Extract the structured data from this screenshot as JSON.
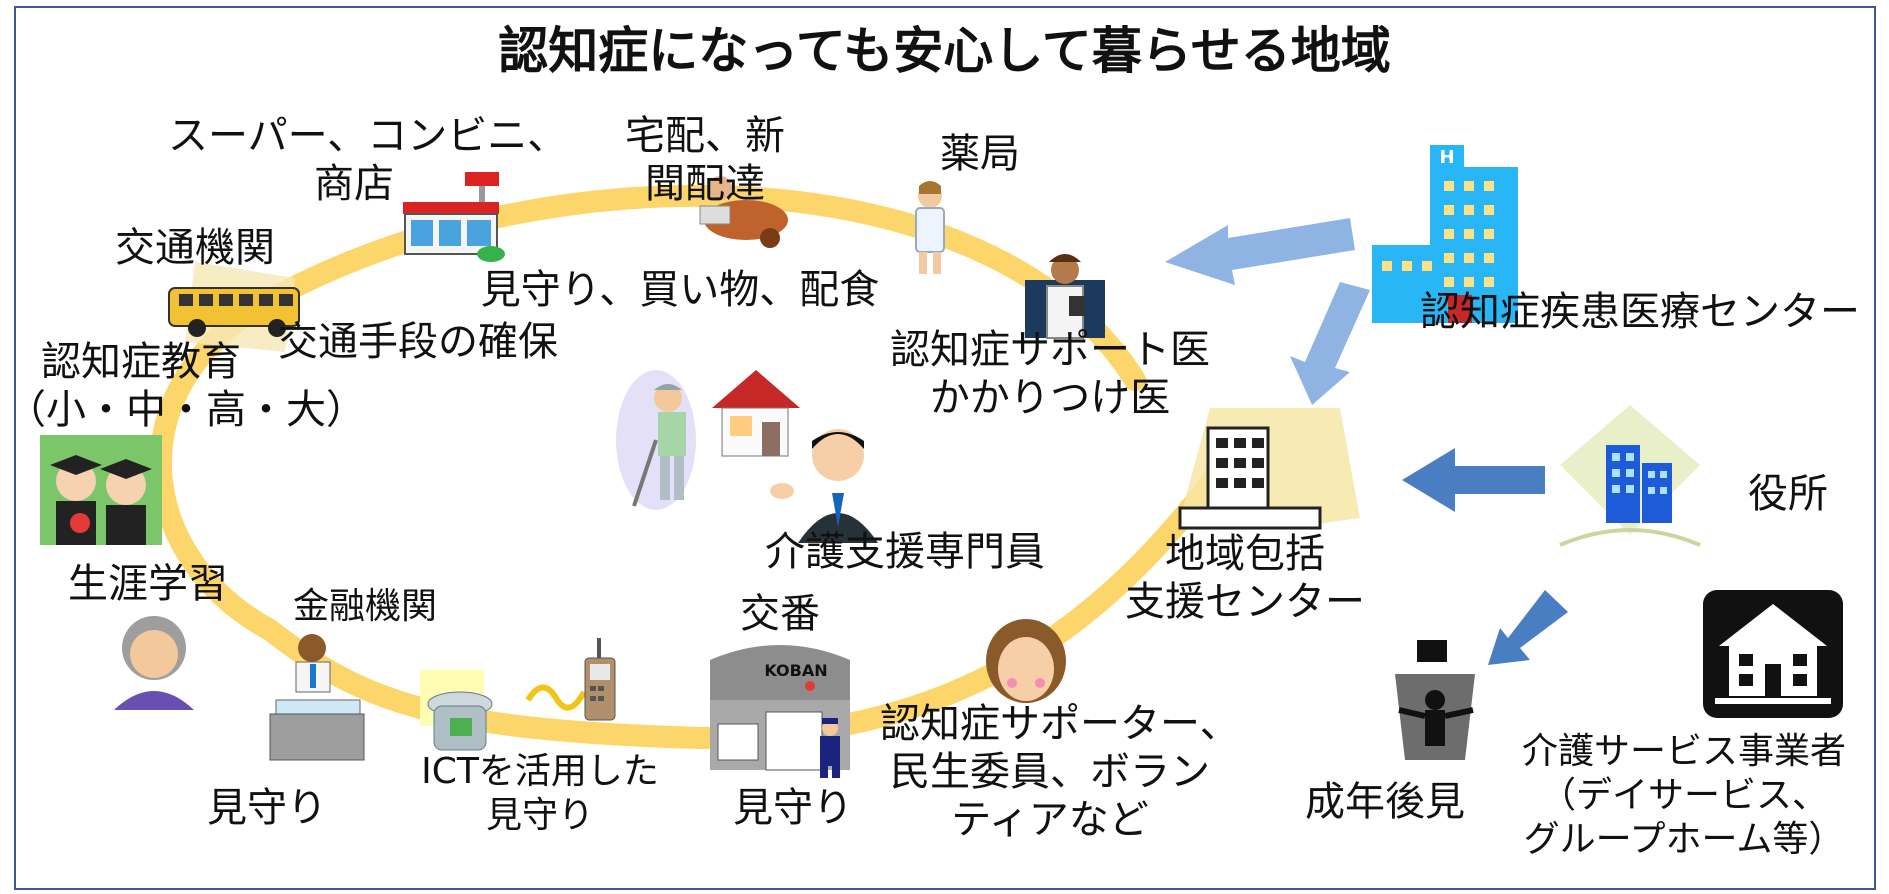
{
  "title": "認知症になっても安心して暮らせる地域",
  "labels": {
    "supermarket": [
      "スーパー、コンビニ、",
      "商店"
    ],
    "delivery": [
      "宅配、新",
      "聞配達"
    ],
    "pharmacy": "薬局",
    "transport": "交通機関",
    "watch_shopping": "見守り、買い物、配食",
    "transport_means": "交通手段の確保",
    "education": [
      "認知症教育",
      "（小・中・高・大）"
    ],
    "lifelong": "生涯学習",
    "finance": "金融機関",
    "koban": "交番",
    "koban_sign": "KOBAN",
    "watch_left": "見守り",
    "ict": [
      "ICTを活用した",
      "見守り"
    ],
    "watch_koban": "見守り",
    "supporters": [
      "認知症サポーター、",
      "民生委員、ボラン",
      "ティアなど"
    ],
    "doctor": [
      "認知症サポート医",
      "かかりつけ医"
    ],
    "care_manager": "介護支援専門員",
    "center": [
      "地域包括",
      "支援センター"
    ],
    "medical_center": "認知症疾患医療センター",
    "city_hall": "役所",
    "guardianship": "成年後見",
    "care_service": [
      "介護サービス事業者",
      "（デイサービス、",
      "グループホーム等）"
    ]
  },
  "colors": {
    "ring": "#fcd66b",
    "arrow_light": "#8fb4e3",
    "arrow_dark": "#4a7ec2",
    "frame": "#3d5a96"
  },
  "icons": [
    "store-icon",
    "delivery-icon",
    "pharmacist-icon",
    "doctor-icon",
    "hospital-icon",
    "bus-icon",
    "students-icon",
    "elderly-woman-icon",
    "banker-icon",
    "sensor-pot-icon",
    "mobile-phone-icon",
    "koban-icon",
    "police-icon",
    "supporter-woman-icon",
    "elderly-man-icon",
    "house-icon",
    "care-manager-icon",
    "center-building-icon",
    "city-hall-icon",
    "lawyer-icon",
    "care-home-icon"
  ]
}
